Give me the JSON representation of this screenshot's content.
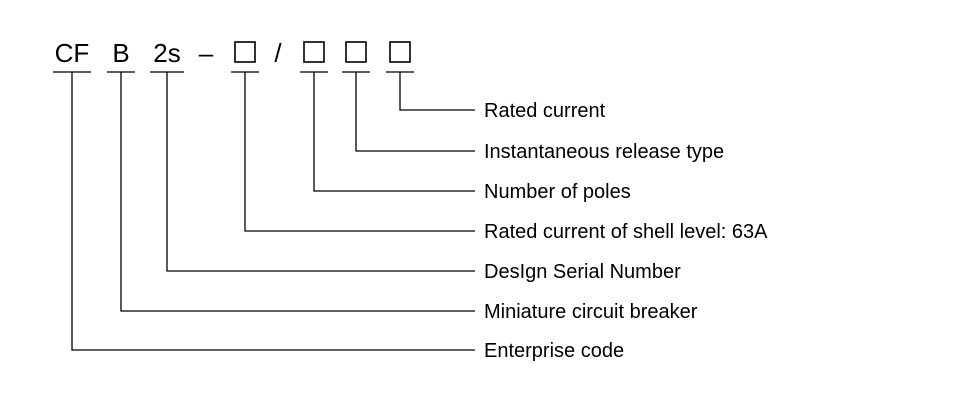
{
  "code": {
    "segments": [
      "CF",
      "B",
      "2s"
    ],
    "dash": "–",
    "slash": "/"
  },
  "labels": [
    "Rated current",
    "Instantaneous release type",
    "Number of poles",
    "Rated current of shell level: 63A",
    "DesIgn Serial Number",
    "Miniature circuit breaker",
    "Enterprise code"
  ],
  "colors": {
    "ink": "#000000",
    "background": "#ffffff"
  }
}
